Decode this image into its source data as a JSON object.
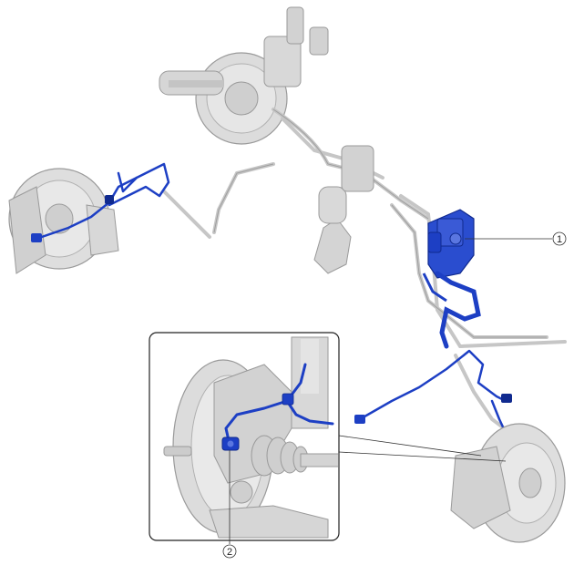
{
  "callouts": [
    {
      "id": "1",
      "label": "1"
    },
    {
      "id": "2",
      "label": "2"
    }
  ],
  "colors": {
    "part_gray": "#d9d9d9",
    "part_gray_dark": "#b5b5b5",
    "part_outline": "#9a9a9a",
    "highlight_blue": "#1d3fc4",
    "highlight_blue_dark": "#102a8f",
    "leader_line": "#333333",
    "inset_border": "#222222"
  }
}
